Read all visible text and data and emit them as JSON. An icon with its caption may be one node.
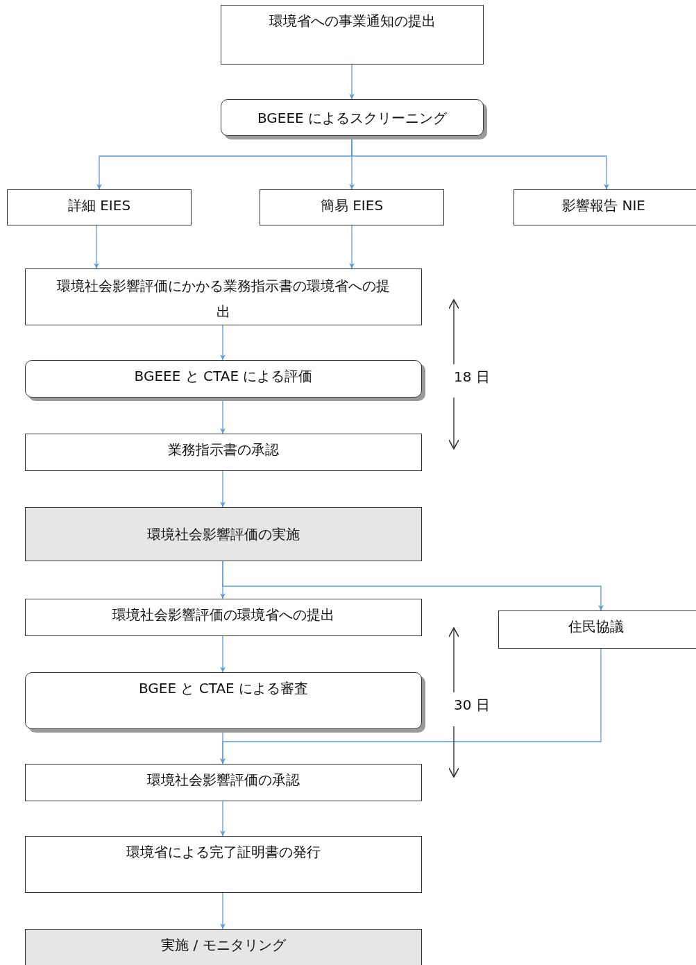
{
  "diagram": {
    "nodes": [
      {
        "text": [
          "環境省への事業通知の提出"
        ]
      },
      {
        "text": [
          "BGEEE によるスクリーニング"
        ]
      },
      {
        "text": [
          "詳細 EIES"
        ]
      },
      {
        "text": [
          "簡易 EIES"
        ]
      },
      {
        "text": [
          "影響報告 NIE"
        ]
      },
      {
        "text": [
          "環境社会影響評価にかかる業務指示書の環境省への提出"
        ]
      },
      {
        "text": [
          "BGEEE と CTAE による評価"
        ]
      },
      {
        "text": [
          "業務指示書の承認"
        ]
      },
      {
        "text": [
          "環境社会影響評価の実施"
        ]
      },
      {
        "text": [
          "環境社会影響評価の環境省への提出"
        ]
      },
      {
        "text": [
          "住民協議"
        ]
      },
      {
        "text": [
          "BGEE と CTAE による審査"
        ]
      },
      {
        "text": [
          "環境社会影響評価の承認"
        ]
      },
      {
        "text": [
          "環境省による完了証明書の発行"
        ]
      },
      {
        "text": [
          "実施 / モニタリング"
        ]
      }
    ],
    "edges": [
      {
        "from": 0,
        "to": 1,
        "arrow": "to"
      },
      {
        "from": 1,
        "to": 2,
        "arrow": "to"
      },
      {
        "from": 1,
        "to": 3,
        "arrow": "to"
      },
      {
        "from": 1,
        "to": 4,
        "arrow": "to"
      },
      {
        "from": 2,
        "to": 5,
        "arrow": "to"
      },
      {
        "from": 3,
        "to": 5,
        "arrow": "to"
      },
      {
        "from": 5,
        "to": 6,
        "arrow": "to"
      },
      {
        "from": 6,
        "to": 7,
        "arrow": "to"
      },
      {
        "from": 7,
        "to": 8,
        "arrow": "to"
      },
      {
        "from": 8,
        "to": 9,
        "arrow": "to"
      },
      {
        "from": 8,
        "to": 10,
        "arrow": "to"
      },
      {
        "from": 9,
        "to": 11,
        "arrow": "to"
      },
      {
        "from": 11,
        "to": 12,
        "arrow": "to"
      },
      {
        "from": 10,
        "to": 12,
        "arrow": "to"
      },
      {
        "from": 12,
        "to": 13,
        "arrow": "to"
      },
      {
        "from": 13,
        "to": 14,
        "arrow": "to"
      }
    ],
    "labels": [
      "18 日",
      "30 日"
    ]
  }
}
